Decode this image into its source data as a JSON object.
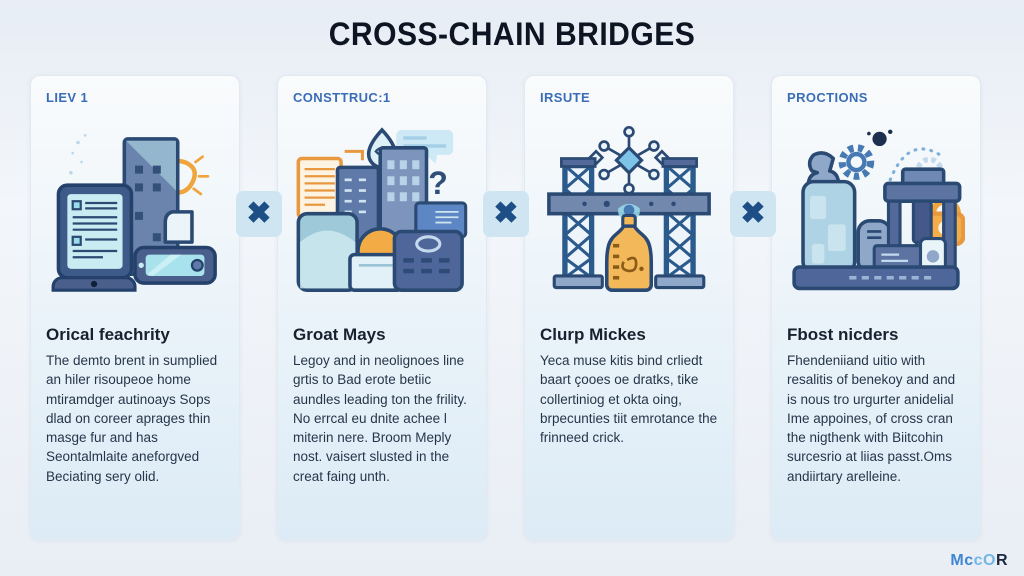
{
  "title": "CROSS-CHAIN BRIDGES",
  "separator_symbol": "✖",
  "cards": [
    {
      "header": "LIEV 1",
      "title": "Orical feachrity",
      "body": "The demto brent in sumplied an hiler risoupeoe home mtiramdger autinoays Sops dlad on coreer aprages thin masge fur and has Seontalmlaite aneforgved Beciating sery olid."
    },
    {
      "header": "CONSTTRUC:1",
      "title": "Groat Mays",
      "body": "Legoy and in neolignoes line grtis to Bad erote betiic aundles leading ton the frility. No errcal eu dnite achee l miterin nere. Broom Meply nost. vaisert slusted in the creat faing unth."
    },
    {
      "header": "IRSUTE",
      "title": "Clurp Mickes",
      "body": "Yeca muse kitis bind crliedt baart çooes oe dratks, tike collertiniog et okta oing, brpecunties tiit emrotance the frinneed crick."
    },
    {
      "header": "PROCTIONS",
      "title": "Fbost nicders",
      "body": "Fhendeniiand uitio with resalitis of benekoy and and is nous tro urgurter anidelial Ime appoines, of cross cran the nigthenk with Biitcohin surcesrio at liias passt.Oms andiirtary arelleine."
    }
  ],
  "colors": {
    "accent_blue": "#3a6db8",
    "dark_outline": "#2b4a73",
    "orange_accent": "#f0a43c",
    "separator_blue": "#1d4f86"
  },
  "logo": {
    "part1": "Mc",
    "part2": "cO",
    "part3": "R"
  }
}
